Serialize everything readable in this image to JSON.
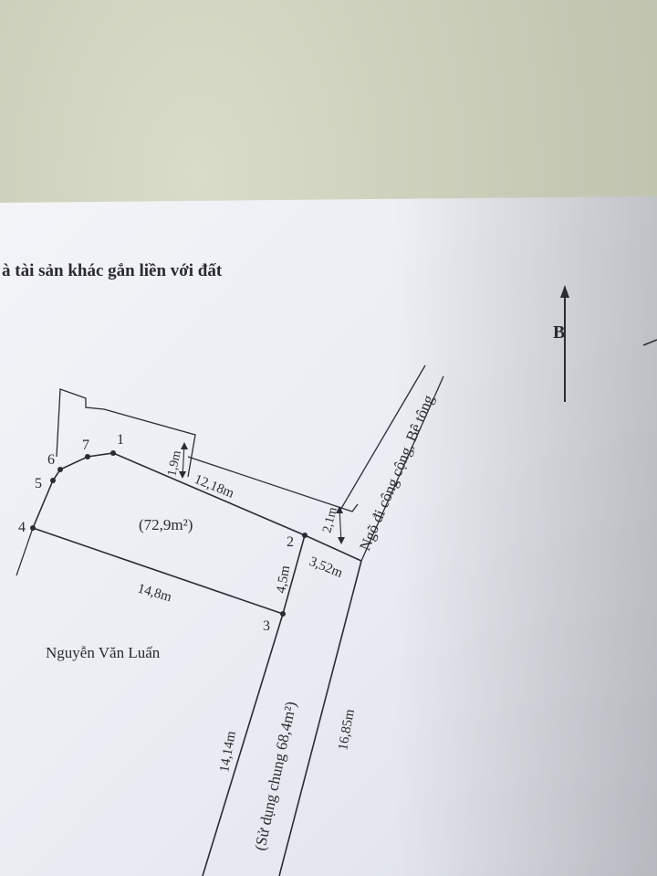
{
  "header": {
    "text": "à tài sản khác gắn liền với đất"
  },
  "north_arrow": {
    "label": "B",
    "icon": "north-arrow-icon"
  },
  "parcel": {
    "area": "(72,9m²)",
    "points": [
      "1",
      "2",
      "3",
      "4",
      "5",
      "6",
      "7"
    ],
    "edges": {
      "top": "12,18m",
      "bottom": "14,8m",
      "right": "4,5m",
      "setback_left": "1,9m",
      "setback_right": "2,1m"
    }
  },
  "neighbor": {
    "name": "Nguyễn Văn Luấn"
  },
  "road": {
    "label": "Ngõ đi công cộng, Bê tông"
  },
  "shared_lane": {
    "label": "(Sử dụng chung 68,4m²)",
    "width": "3,52m",
    "left_length": "14,14m",
    "right_length": "16,85m"
  },
  "colors": {
    "paper": "#eef0f4",
    "ink": "#2a2a30",
    "desk": "#c9ccb9"
  }
}
